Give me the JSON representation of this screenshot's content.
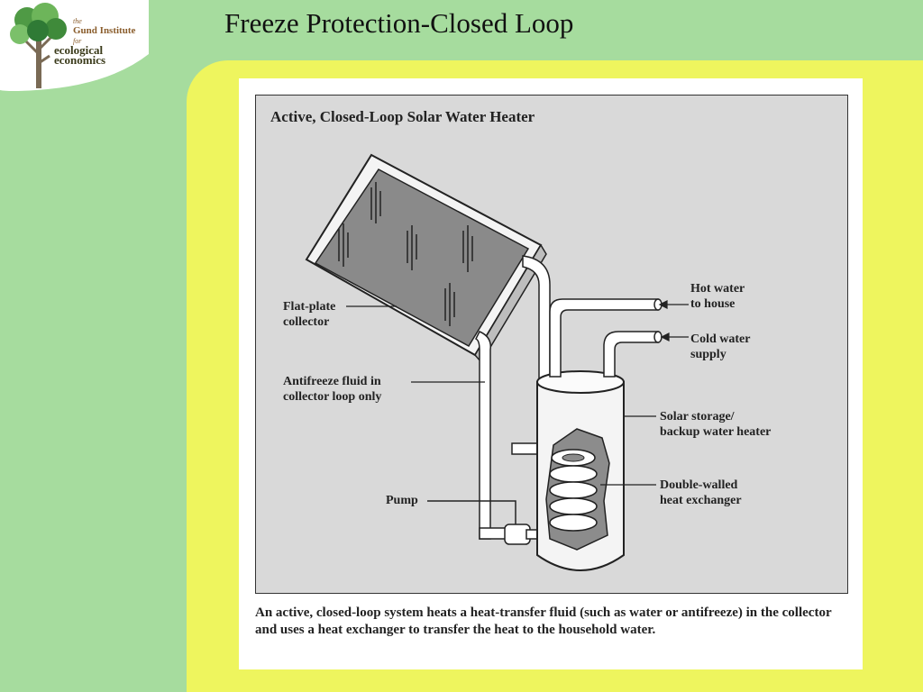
{
  "slide": {
    "title": "Freeze Protection-Closed Loop"
  },
  "logo": {
    "the": "the",
    "name": "Gund Institute",
    "for": "for",
    "line1": "ecological",
    "line2": "economics"
  },
  "diagram": {
    "title": "Active, Closed-Loop Solar Water Heater",
    "labels": {
      "collector_1": "Flat-plate",
      "collector_2": "collector",
      "antifreeze_1": "Antifreeze fluid in",
      "antifreeze_2": "collector loop only",
      "pump": "Pump",
      "hot_1": "Hot water",
      "hot_2": "to house",
      "cold_1": "Cold water",
      "cold_2": "supply",
      "storage_1": "Solar storage/",
      "storage_2": "backup water heater",
      "exchanger_1": "Double-walled",
      "exchanger_2": "heat exchanger"
    },
    "caption": "An active, closed-loop system heats a heat-transfer fluid (such as water or antifreeze) in the collector and uses a heat exchanger to transfer the heat to the household water."
  }
}
